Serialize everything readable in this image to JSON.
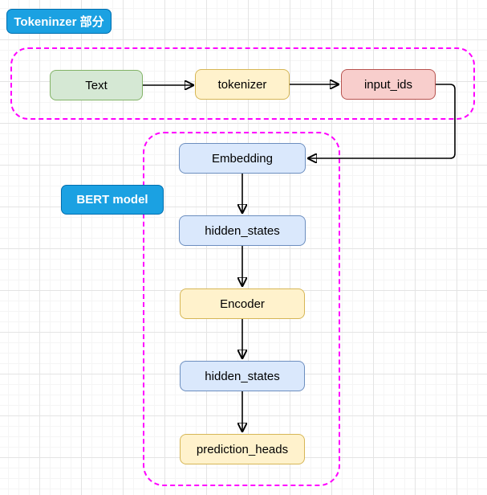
{
  "diagram": {
    "title_badges": {
      "tokenizer_section": "Tokeninzer 部分",
      "bert_model": "BERT model"
    },
    "nodes": [
      {
        "id": "text",
        "label": "Text",
        "color": "green"
      },
      {
        "id": "tokenizer",
        "label": "tokenizer",
        "color": "yellow"
      },
      {
        "id": "input_ids",
        "label": "input_ids",
        "color": "red"
      },
      {
        "id": "embedding",
        "label": "Embedding",
        "color": "blue"
      },
      {
        "id": "hidden_states_1",
        "label": "hidden_states",
        "color": "blue"
      },
      {
        "id": "encoder",
        "label": "Encoder",
        "color": "yellow"
      },
      {
        "id": "hidden_states_2",
        "label": "hidden_states",
        "color": "blue"
      },
      {
        "id": "prediction_heads",
        "label": "prediction_heads",
        "color": "yellow"
      }
    ],
    "edges": [
      {
        "from": "text",
        "to": "tokenizer"
      },
      {
        "from": "tokenizer",
        "to": "input_ids"
      },
      {
        "from": "input_ids",
        "to": "embedding"
      },
      {
        "from": "embedding",
        "to": "hidden_states_1"
      },
      {
        "from": "hidden_states_1",
        "to": "encoder"
      },
      {
        "from": "encoder",
        "to": "hidden_states_2"
      },
      {
        "from": "hidden_states_2",
        "to": "prediction_heads"
      }
    ],
    "groups": [
      {
        "id": "tokenizer-section",
        "contains": [
          "text",
          "tokenizer",
          "input_ids"
        ]
      },
      {
        "id": "bert-model",
        "contains": [
          "embedding",
          "hidden_states_1",
          "encoder",
          "hidden_states_2",
          "prediction_heads"
        ]
      }
    ],
    "colors": {
      "badge_fill": "#1ba1e2",
      "badge_border": "#006eaf",
      "badge_text": "#ffffff",
      "group_border": "#ff00ff",
      "node_green_fill": "#d5e8d4",
      "node_green_border": "#82b366",
      "node_yellow_fill": "#fff2cc",
      "node_yellow_border": "#d6b656",
      "node_red_fill": "#f8cecc",
      "node_red_border": "#b85450",
      "node_blue_fill": "#dae8fc",
      "node_blue_border": "#6c8ebf",
      "edge_stroke": "#000000",
      "canvas_bg": "#ffffff"
    }
  }
}
